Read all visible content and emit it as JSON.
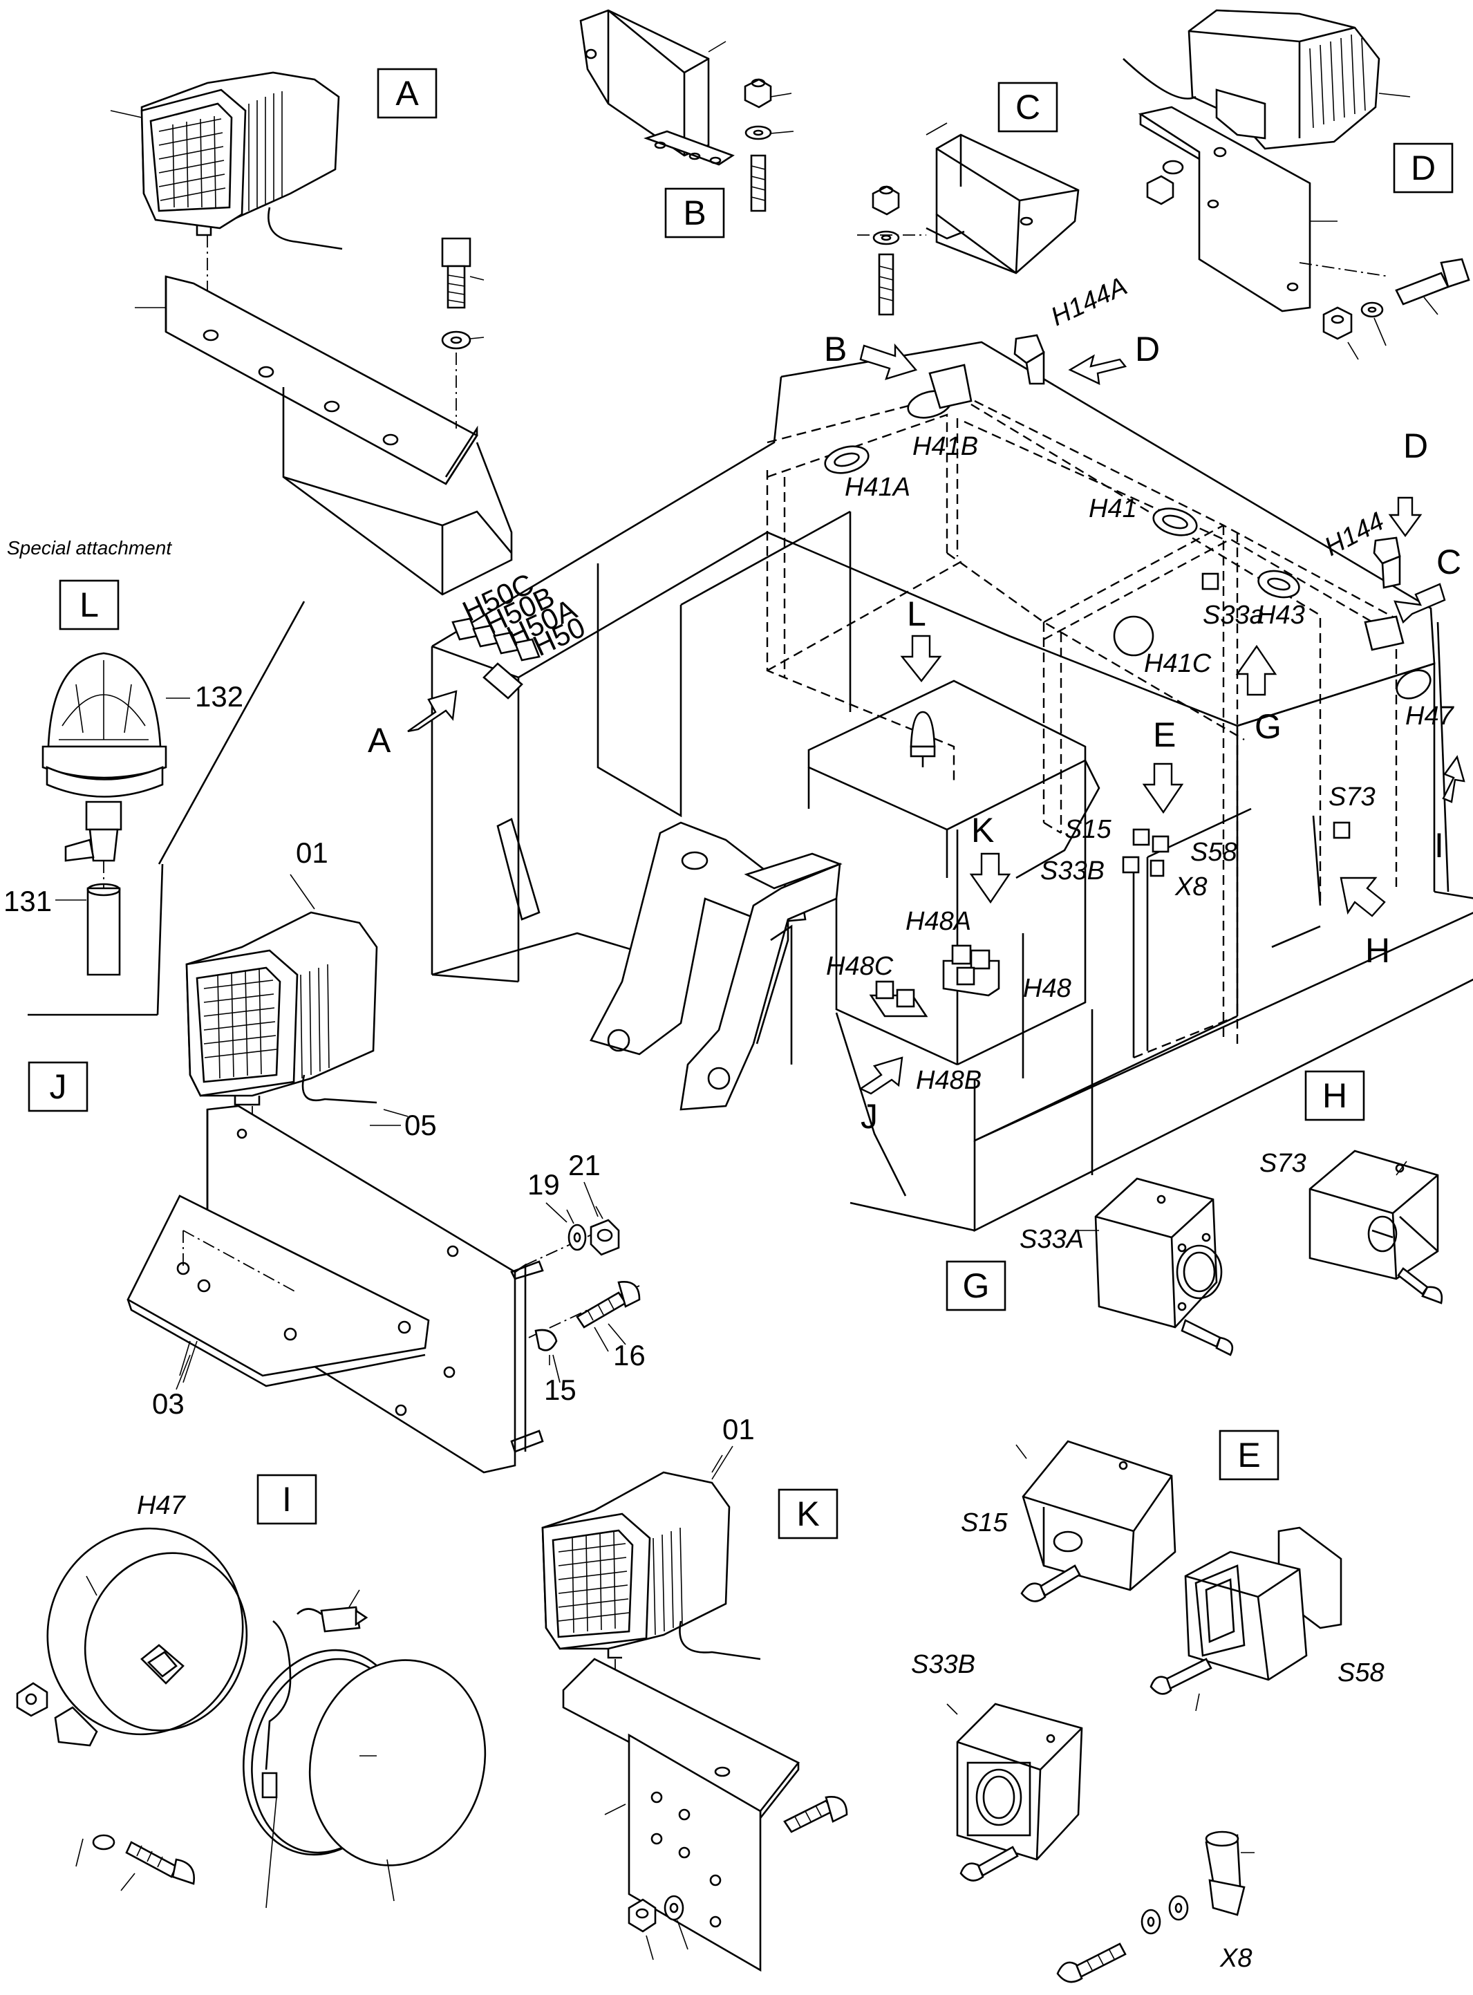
{
  "callouts": {
    "A": "A",
    "B": "B",
    "C": "C",
    "D": "D",
    "E": "E",
    "G": "G",
    "H": "H",
    "I": "I",
    "J": "J",
    "K": "K",
    "L": "L"
  },
  "note": "Special attachment",
  "components": {
    "h144a": "H144A",
    "h144": "H144",
    "h41b": "H41B",
    "h41a": "H41A",
    "h41": "H41",
    "h41c": "H41C",
    "h43": "H43",
    "s33a_lower": "S33a",
    "h47": "H47",
    "s73": "S73",
    "s15": "S15",
    "s58": "S58",
    "s33b": "S33B",
    "x8": "X8",
    "h48a": "H48A",
    "h48": "H48",
    "h48b": "H48B",
    "h48c": "H48C",
    "h50c": "H50C",
    "h50b": "H50B",
    "h50a": "H50A",
    "h50": "H50",
    "s33a": "S33A"
  },
  "part_numbers": {
    "p132": "132",
    "p131": "131",
    "p01": "01",
    "p05": "05",
    "p03": "03",
    "p19": "19",
    "p21": "21",
    "p16": "16",
    "p15": "15",
    "p01k": "01"
  }
}
